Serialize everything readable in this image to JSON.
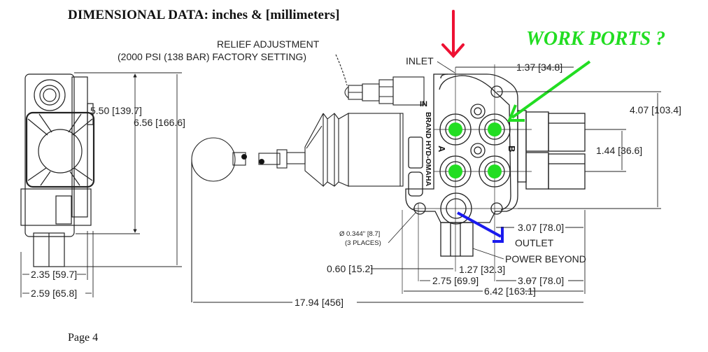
{
  "document": {
    "title": "DIMENSIONAL DATA: inches & [millimeters]",
    "page_label": "Page 4"
  },
  "annotations": {
    "work_ports": "WORK PORTS ?",
    "colors": {
      "work_ports_text": "#22dd22",
      "green_arrow": "#22dd22",
      "port_dots": "#22dd22",
      "red_arrow": "#ee1133",
      "blue_arrow": "#1a1aee"
    }
  },
  "callouts": {
    "relief_line1": "RELIEF ADJUSTMENT",
    "relief_line2": "(2000 PSI (138 BAR) FACTORY SETTING)",
    "inlet": "INLET",
    "outlet": "OUTLET",
    "power_beyond": "POWER BEYOND",
    "mount_hole_line1": "Ø 0.344\" [8.7]",
    "mount_hole_line2": "(3 PLACES)"
  },
  "valve_labels": {
    "brand": "BRAND HYD-OMAHA",
    "port_a": "A",
    "port_b": "B",
    "in_mark": "IN"
  },
  "dimensions": {
    "side_height_body": "5.50 [139.7]",
    "side_height_total": "6.56 [166.6]",
    "side_width_inner": "2.35 [59.7]",
    "side_width_outer": "2.59 [65.8]",
    "inlet_offset": "1.37 [34.8]",
    "port_height": "4.07 [103.4]",
    "port_spacing": "1.44 [36.6]",
    "outlet_offset": "3.07 [78.0]",
    "hole_offset": "0.60 [15.2]",
    "center_offset": "1.27 [32.3]",
    "hole_spacing": "2.75 [69.9]",
    "right_offset": "3.07 [78.0]",
    "body_length": "6.42 [163.1]",
    "overall_length": "17.94 [456]"
  }
}
